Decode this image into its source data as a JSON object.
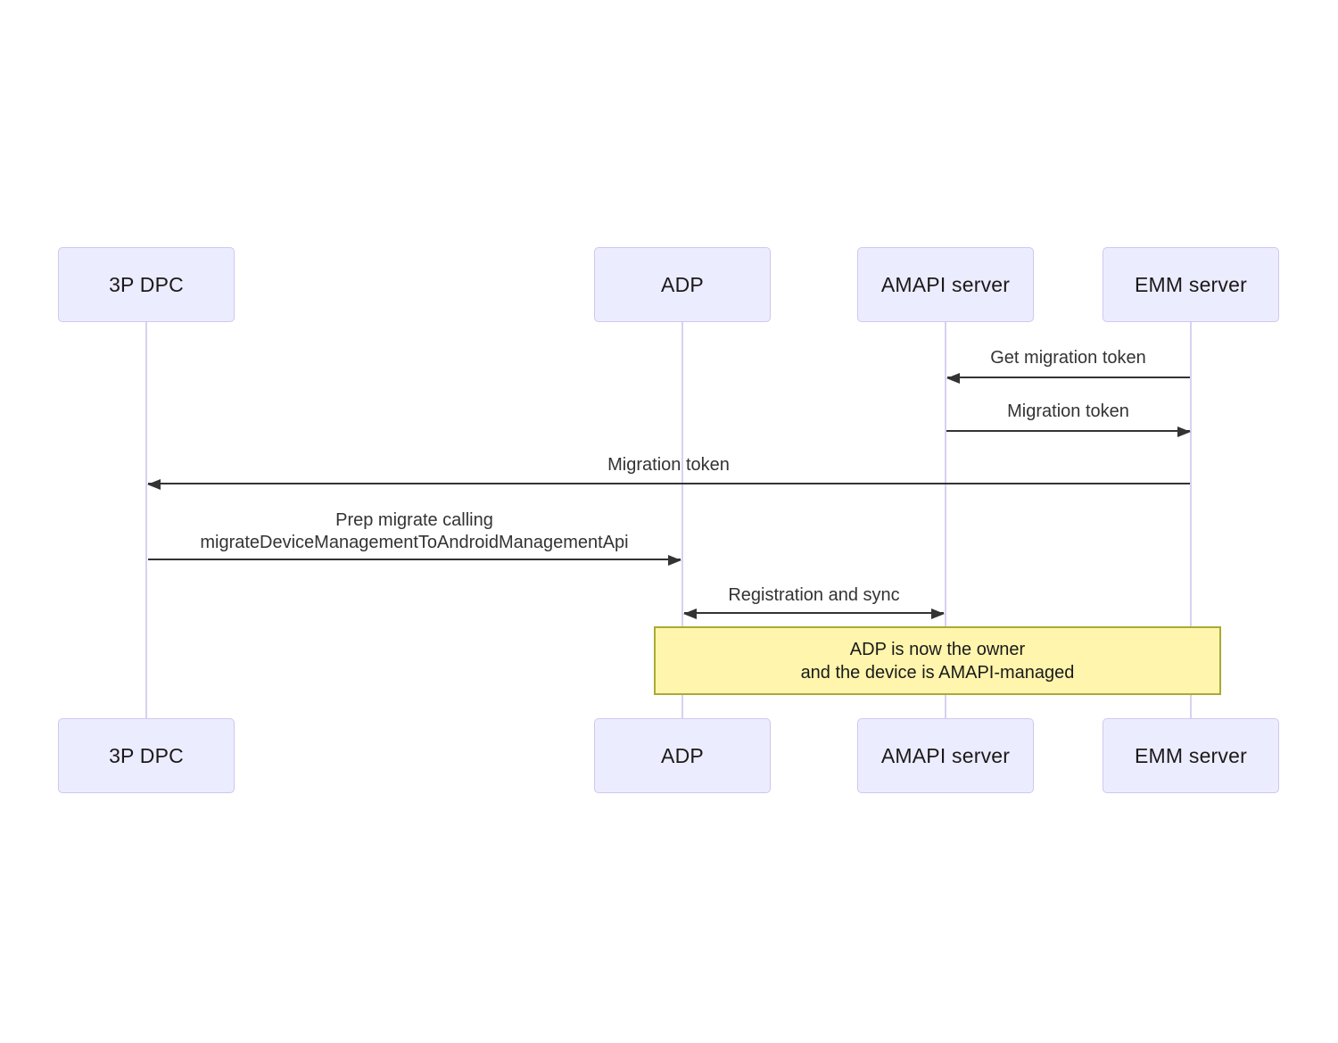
{
  "diagram": {
    "type": "sequence",
    "actors": [
      {
        "label": "3P DPC"
      },
      {
        "label": "ADP"
      },
      {
        "label": "AMAPI server"
      },
      {
        "label": "EMM server"
      }
    ],
    "messages": [
      {
        "text": "Get migration token",
        "from": "EMM server",
        "to": "AMAPI server",
        "arrow": "left"
      },
      {
        "text": "Migration token",
        "from": "AMAPI server",
        "to": "EMM server",
        "arrow": "right"
      },
      {
        "text": "Migration token",
        "from": "EMM server",
        "to": "3P DPC",
        "arrow": "left"
      },
      {
        "lines": [
          "Prep migrate calling",
          "migrateDeviceManagementToAndroidManagementApi"
        ],
        "from": "3P DPC",
        "to": "ADP",
        "arrow": "right"
      },
      {
        "text": "Registration and sync",
        "from": "ADP",
        "to": "AMAPI server",
        "arrow": "both"
      }
    ],
    "note": {
      "lines": [
        "ADP is now the owner",
        "and the device is AMAPI-managed"
      ]
    },
    "colors": {
      "actor_fill": "#ececff",
      "actor_border": "#cfc7f1",
      "lifeline": "#d9d0f1",
      "message_line": "#333333",
      "message_text": "#333333",
      "note_fill": "#fff5ad",
      "note_border": "#aaaa33",
      "note_text": "#1a1a1a"
    }
  }
}
